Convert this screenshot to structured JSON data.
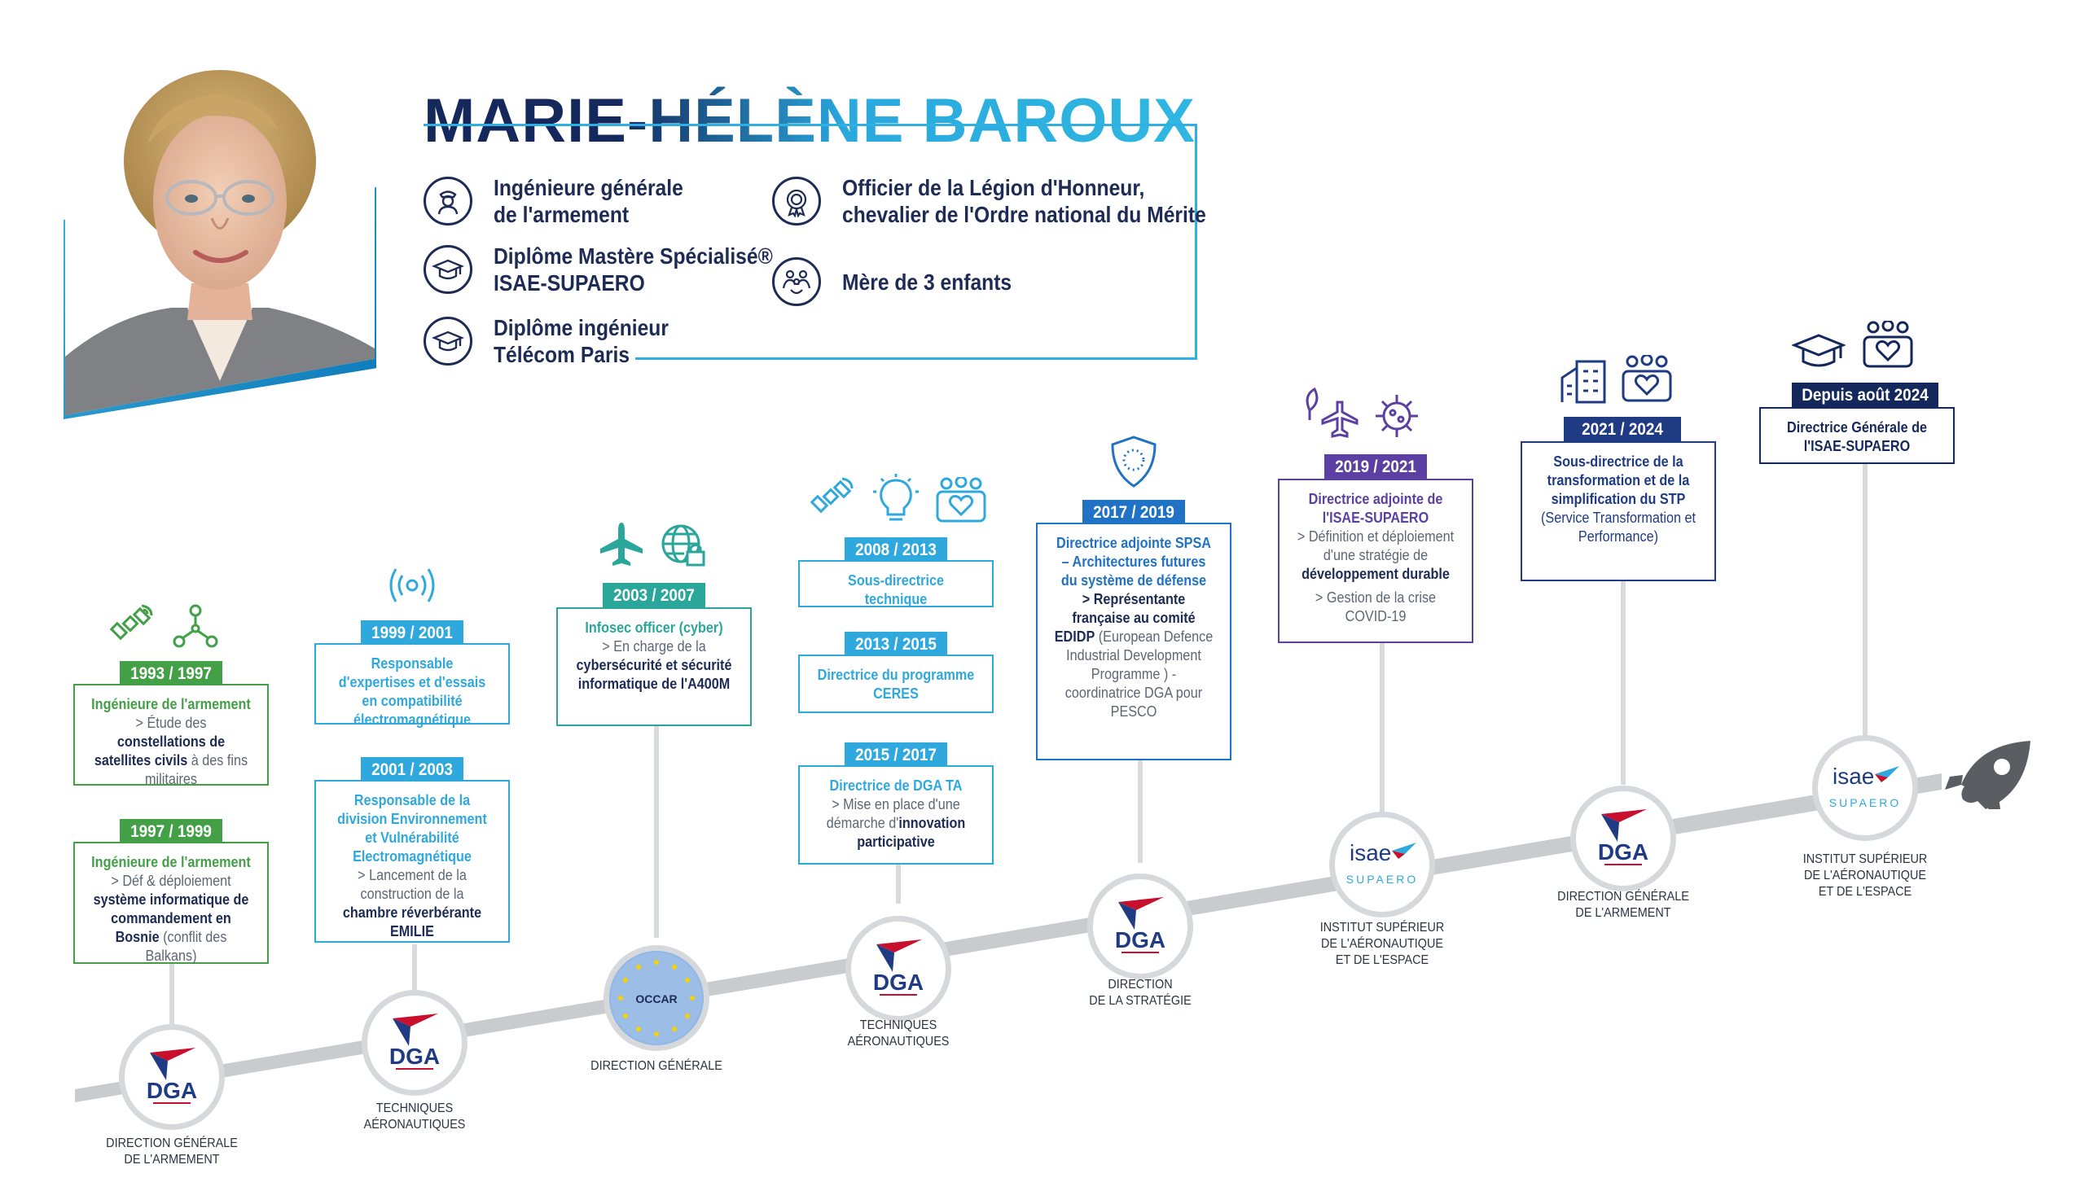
{
  "person": {
    "name": "MARIE-HÉLÈNE BAROUX",
    "badges": [
      {
        "icon": "officer-icon",
        "text": "Ingénieure générale\nde l'armement"
      },
      {
        "icon": "graduation-cap-icon",
        "text": "Diplôme Mastère Spécialisé®\nISAE-SUPAERO"
      },
      {
        "icon": "graduation-cap-icon",
        "text": "Diplôme ingénieur\nTélécom Paris"
      },
      {
        "icon": "medal-icon",
        "text": "Officier de la Légion d'Honneur,\nchevalier de l'Ordre national du Mérite"
      },
      {
        "icon": "family-icon",
        "text": "Mère de 3 enfants"
      }
    ]
  },
  "colors": {
    "green": "#43a047",
    "teal": "#2fa9dd",
    "blue": "#1f72c4",
    "purple": "#5c3fa2",
    "navy": "#1f3b84",
    "darknavy": "#15285c",
    "track": "#a9abae"
  },
  "timeline": [
    {
      "period": "1993 / 1997",
      "title": "Ingénieure de l'armement",
      "body": "> Étude des ",
      "bold": "constellations de satellites civils",
      "tail": " à des fins militaires"
    },
    {
      "period": "1997 / 1999",
      "title": "Ingénieure de l'armement",
      "body": "> Déf & déploiement ",
      "bold": "système informatique de commandement en Bosnie",
      "tail": " (conflit des Balkans)"
    },
    {
      "period": "1999  / 2001",
      "title": "Responsable d'expertises et d'essais en compatibilité électromagnétique"
    },
    {
      "period": "2001 / 2003",
      "title": "Responsable de la division Environnement et Vulnérabilité Electromagnétique",
      "body": "> Lancement de la construction de la ",
      "bold": "chambre réverbérante EMILIE"
    },
    {
      "period": "2003 / 2007",
      "title": "Infosec officer (cyber)",
      "body": "> En charge de la ",
      "bold": "cybersécurité et sécurité informatique",
      "tail": " de l'A400M"
    },
    {
      "period": "2008 / 2013",
      "title": "Sous-directrice technique"
    },
    {
      "period": "2013 / 2015",
      "title": "Directrice du programme CERES"
    },
    {
      "period": "2015 / 2017",
      "title": "Directrice de DGA TA",
      "body": "> Mise en place d'une démarche d'",
      "bold": "innovation participative"
    },
    {
      "period": "2017 / 2019",
      "title": "Directrice adjointe SPSA – Architectures futures du système de défense",
      "bold": "> Représentante française au comité EDIDP",
      "tail": " (European Defence Industrial Development Programme ) - coordinatrice DGA pour PESCO"
    },
    {
      "period": "2019 / 2021",
      "title": "Directrice adjointe de l'ISAE-SUPAERO",
      "body": "> Définition et déploiement d'une stratégie de ",
      "bold": "développement durable",
      "tail2": "> Gestion de la crise COVID-19"
    },
    {
      "period": "2021 / 2024",
      "title": "Sous-directrice de la transformation et de la simplification du STP",
      "tail": "(Service Transformation et Performance)"
    },
    {
      "period": "Depuis août 2024",
      "title": "Directrice Générale de l'ISAE-SUPAERO"
    }
  ],
  "nodes": [
    {
      "logo": "DGA",
      "caption": "DIRECTION GÉNÉRALE\nDE L'ARMEMENT"
    },
    {
      "logo": "DGA",
      "caption": "TECHNIQUES\nAÉRONAUTIQUES"
    },
    {
      "logo": "OCCAR",
      "caption": "DIRECTION GÉNÉRALE"
    },
    {
      "logo": "DGA",
      "caption": "TECHNIQUES\nAÉRONAUTIQUES"
    },
    {
      "logo": "DGA",
      "caption": "DIRECTION\nDE LA STRATÉGIE"
    },
    {
      "logo": "isae",
      "logo_sub": "SUPAERO",
      "caption": "INSTITUT SUPÉRIEUR\nDE L'AÉRONAUTIQUE\nET DE L'ESPACE"
    },
    {
      "logo": "DGA",
      "caption": "DIRECTION GÉNÉRALE\nDE L'ARMEMENT"
    },
    {
      "logo": "isae",
      "logo_sub": "SUPAERO",
      "caption": "INSTITUT SUPÉRIEUR\nDE L'AÉRONAUTIQUE\nET DE L'ESPACE"
    }
  ]
}
